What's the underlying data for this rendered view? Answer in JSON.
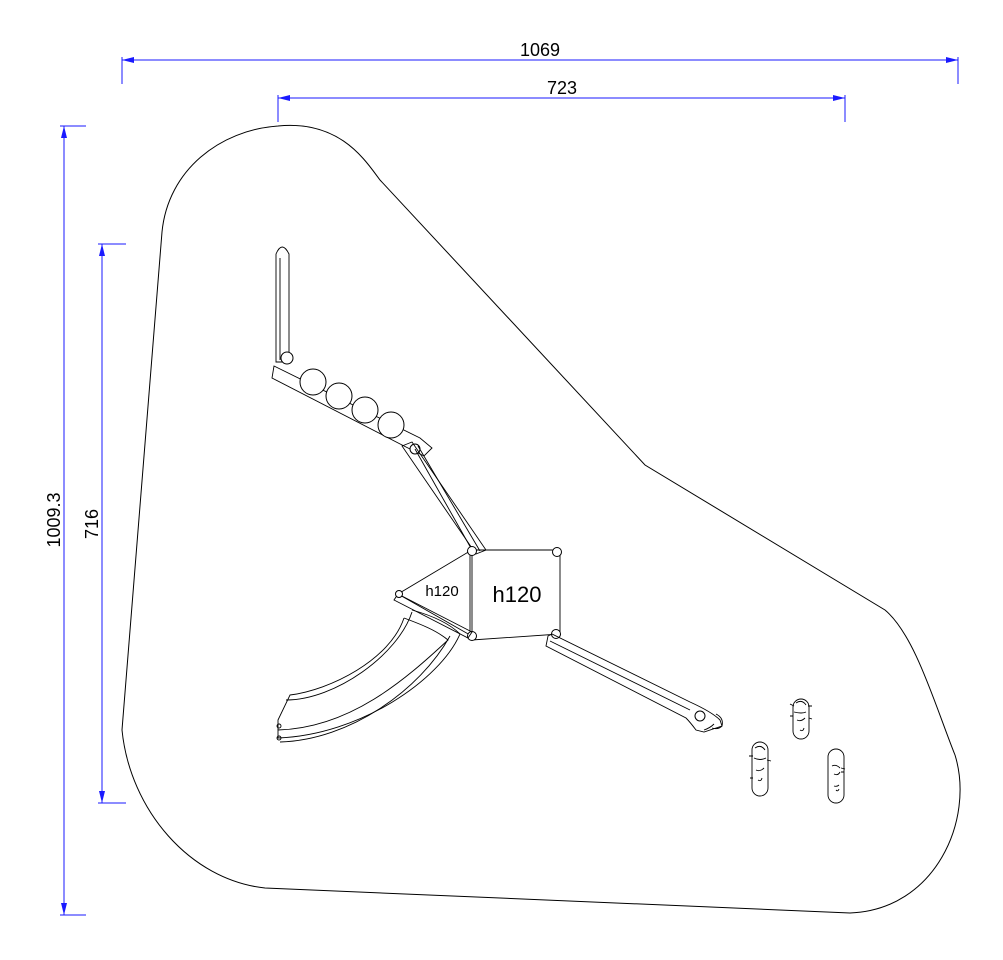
{
  "dimensions": {
    "overall_width": "1069",
    "equipment_width": "723",
    "overall_depth": "1009.3",
    "equipment_depth": "716"
  },
  "decks": {
    "small_deck_height": "h120",
    "large_deck_height": "h120"
  },
  "colors": {
    "dimension_line": "#1a1aff",
    "outline": "#000000",
    "background": "#ffffff"
  }
}
